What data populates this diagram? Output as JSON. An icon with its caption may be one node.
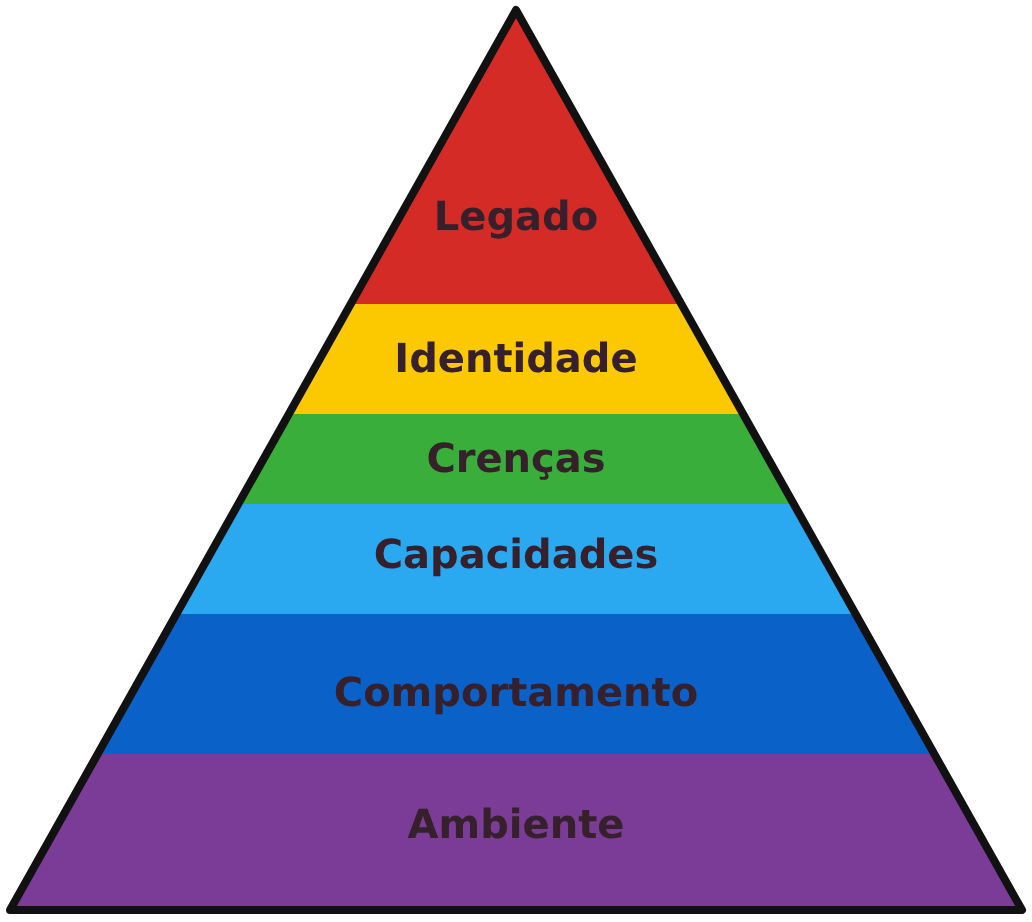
{
  "diagram": {
    "nodes": [
      {
        "text": [
          "Legado"
        ]
      },
      {
        "text": [
          "Identidade"
        ]
      },
      {
        "text": [
          "Crenças"
        ]
      },
      {
        "text": [
          "Capacidades"
        ]
      },
      {
        "text": [
          "Comportamento"
        ]
      },
      {
        "text": [
          "Ambiente"
        ]
      }
    ]
  }
}
